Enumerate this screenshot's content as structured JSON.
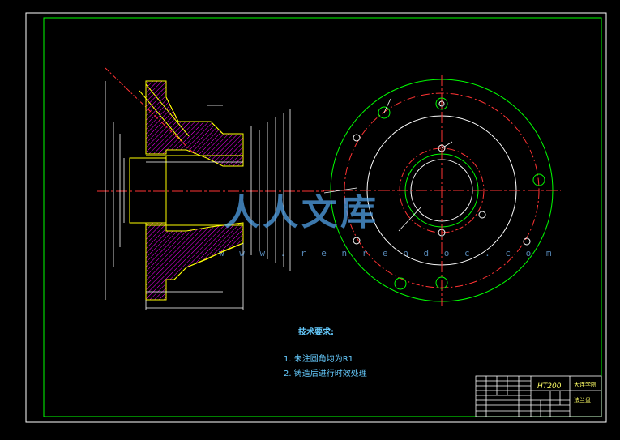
{
  "technical_notes": {
    "title": "技术要求:",
    "items": [
      "1. 未注圆角均为R1",
      "2. 铸造后进行时效处理"
    ]
  },
  "title_block": {
    "material": "HT200",
    "school": "大连学院",
    "part_name": "法兰盘"
  },
  "watermark": {
    "text": "人人文库",
    "url": "w w w . r e n r e n d o c . c o m"
  },
  "colors": {
    "border": "#ffffff",
    "inner_frame": "#00ff00",
    "section_outline": "#ffff00",
    "hatch": "#ff00ff",
    "centerline": "#ff3333",
    "dimension": "#ffffff"
  }
}
